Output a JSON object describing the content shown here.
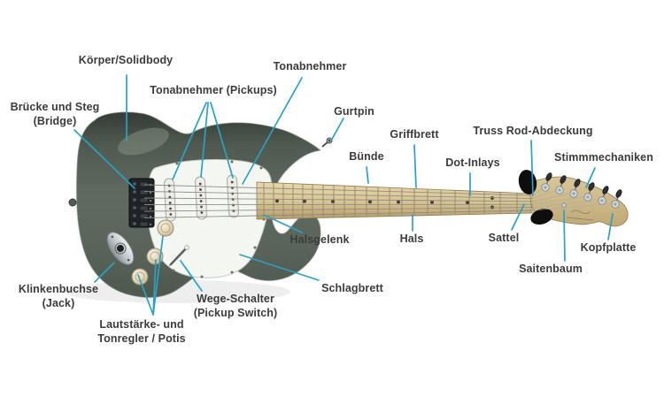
{
  "colors": {
    "bg_color": "#ffffff",
    "text_color": "#3b3b3b",
    "line_color": "#2f9fc1",
    "body_green": "#5d695e",
    "pickguard_white": "#f4f6f2",
    "neck_maple": "#d8c493",
    "headstock_maple": "#cdb888",
    "hardware_black": "#1d2023"
  },
  "labels": {
    "koerper": {
      "line1": "Körper/Solidbody"
    },
    "tonabnehmer": {
      "line1": "Tonabnehmer"
    },
    "tonabnehmer_pickups": {
      "line1": "Tonabnehmer (Pickups)"
    },
    "bruecke": {
      "line1": "Brücke und Steg",
      "line2": "(Bridge)"
    },
    "gurtpin": {
      "line1": "Gurtpin"
    },
    "griffbrett": {
      "line1": "Griffbrett"
    },
    "buende": {
      "line1": "Bünde"
    },
    "dot_inlays": {
      "line1": "Dot-Inlays"
    },
    "truss_rod": {
      "line1": "Truss Rod-Abdeckung"
    },
    "stimmmechaniken": {
      "line1": "Stimmmechaniken"
    },
    "halsgelenk": {
      "line1": "Halsgelenk"
    },
    "hals": {
      "line1": "Hals"
    },
    "sattel": {
      "line1": "Sattel"
    },
    "saitenbaum": {
      "line1": "Saitenbaum"
    },
    "kopfplatte": {
      "line1": "Kopfplatte"
    },
    "schlagbrett": {
      "line1": "Schlagbrett"
    },
    "klinkenbuchse": {
      "line1": "Klinkenbuchse",
      "line2": "(Jack)"
    },
    "wege_schalter": {
      "line1": "Wege-Schalter",
      "line2": "(Pickup Switch)"
    },
    "lautstaerke": {
      "line1": "Lautstärke- und",
      "line2": "Tonregler / Potis"
    }
  }
}
